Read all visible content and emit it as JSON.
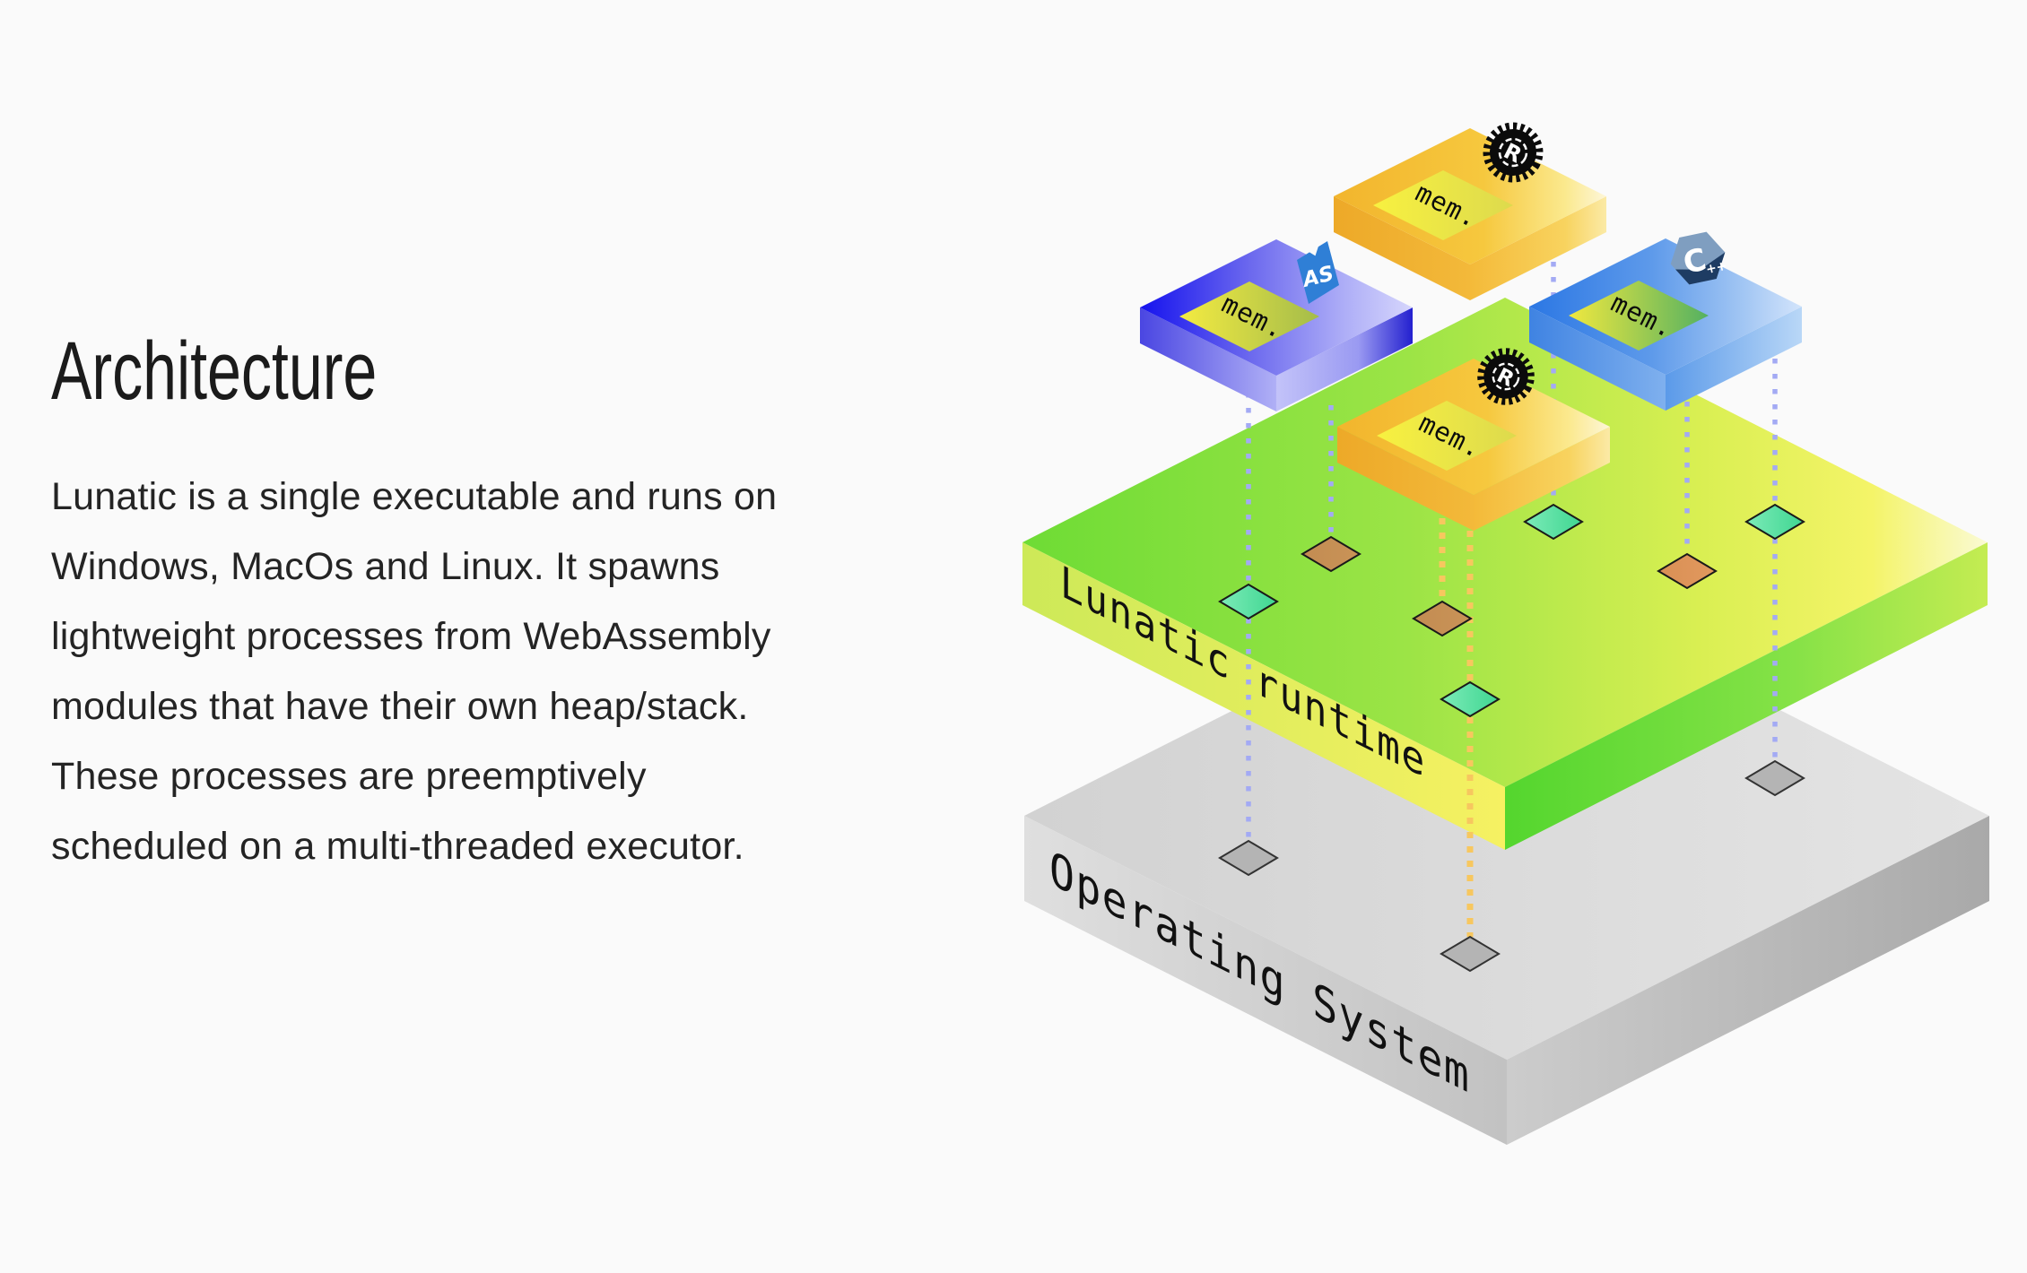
{
  "content": {
    "heading": "Architecture",
    "body": "Lunatic is a single executable and runs on\nWindows, MacOs and Linux. It spawns\nlightweight processes from WebAssembly\nmodules that have their own heap/stack.\nThese processes are preemptively\nscheduled on a multi-threaded executor."
  },
  "diagram": {
    "layers": {
      "runtime": {
        "label": "Lunatic runtime",
        "top_color": "#6edc35",
        "side_color": "#f6f162"
      },
      "os": {
        "label": "Operating System",
        "top_color": "#d8d8d8",
        "side_color": "#c4c4c4"
      }
    },
    "modules": [
      {
        "id": "rust-top",
        "label": "mem.",
        "language": "Rust",
        "icon": "rust-gear-icon",
        "color": "#f2b52d"
      },
      {
        "id": "assemblyscript",
        "label": "mem.",
        "language": "AssemblyScript",
        "icon": "assemblyscript-icon",
        "color": "#1a17ef"
      },
      {
        "id": "cpp",
        "label": "mem.",
        "language": "C++",
        "icon": "cpp-icon",
        "color": "#2b77e4"
      },
      {
        "id": "rust-mid",
        "label": "mem.",
        "language": "Rust",
        "icon": "rust-gear-icon",
        "color": "#f2b52d"
      }
    ],
    "icons": {
      "rust_letter": "R",
      "as_text": "AS",
      "cpp_letter": "C",
      "cpp_plus": "++"
    },
    "connector_colors": {
      "blue": "#a3aaf4",
      "orange": "#f7c75f"
    },
    "marker_colors": {
      "teal": "#4fdd9c",
      "brown": "#c08a52",
      "orange": "#dd935a",
      "os_gray": "#b4b4b4"
    }
  }
}
